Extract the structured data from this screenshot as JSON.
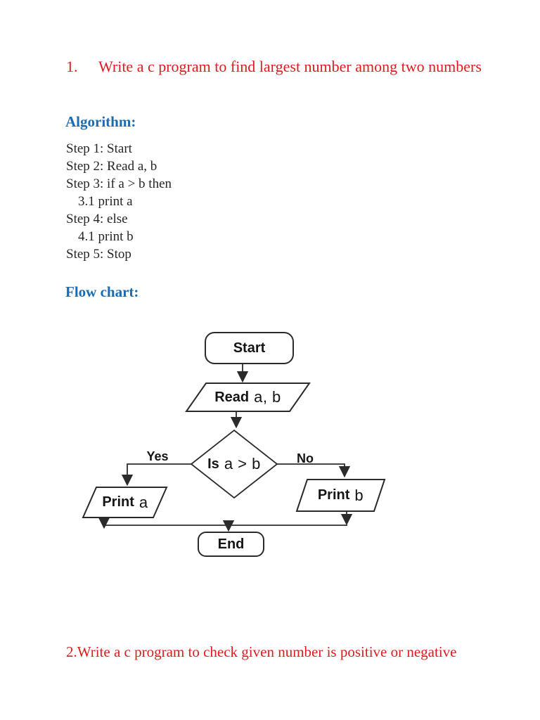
{
  "colors": {
    "heading_red": "#e01b20",
    "heading_blue": "#1c6bb2",
    "flow_line": "#2b2b2b"
  },
  "question1": {
    "number": "1.",
    "text": "Write a c program to find largest number among two numbers"
  },
  "algorithm": {
    "heading": "Algorithm:",
    "steps": [
      "Step 1: Start",
      "Step 2: Read a, b",
      "Step 3: if a > b then",
      "3.1 print a",
      "Step 4: else",
      "4.1 print b",
      "Step 5: Stop"
    ]
  },
  "flowchart": {
    "heading": "Flow chart:",
    "nodes": {
      "start": "Start",
      "read_bold": "Read",
      "read_var": "a, b",
      "decision_bold": "Is",
      "decision_var": "a > b",
      "yes_label": "Yes",
      "no_label": "No",
      "print_a_bold": "Print",
      "print_a_var": "a",
      "print_b_bold": "Print",
      "print_b_var": "b",
      "end": "End"
    }
  },
  "question2": {
    "text": "2.Write a c program to check given number is positive or negative"
  }
}
